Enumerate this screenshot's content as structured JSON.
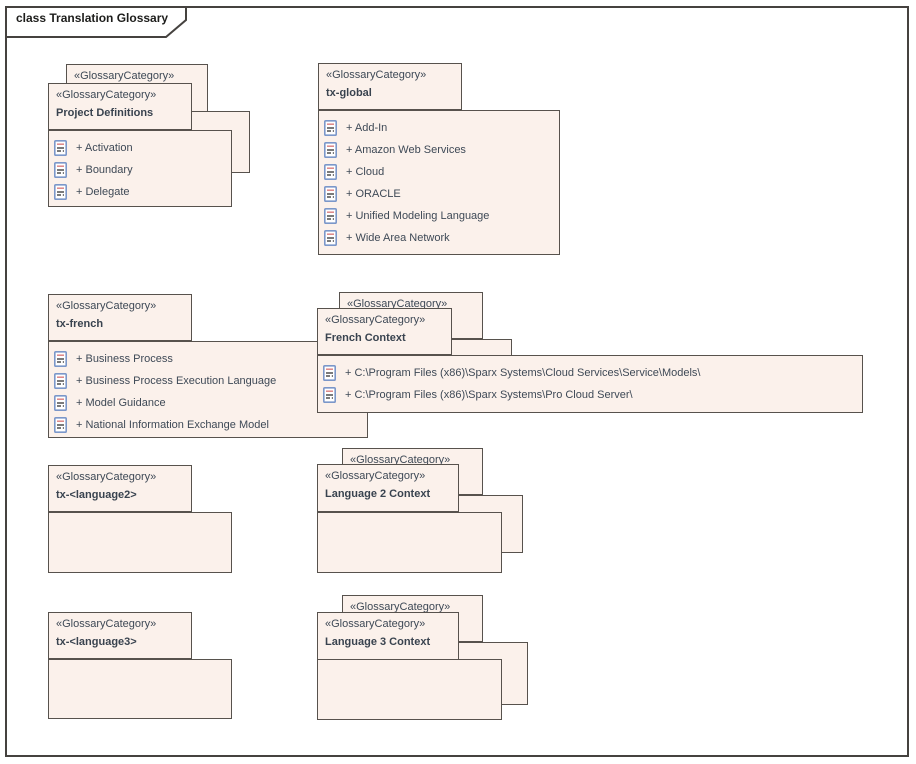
{
  "frame": {
    "title": "class Translation Glossary"
  },
  "stereotype": "«GlossaryCategory»",
  "packages": [
    {
      "name": "Project Definitions",
      "items": [
        "+ Activation",
        "+ Boundary",
        "+ Delegate"
      ]
    },
    {
      "name": "tx-global",
      "items": [
        "+ Add-In",
        "+ Amazon Web Services",
        "+ Cloud",
        "+ ORACLE",
        "+ Unified Modeling Language",
        "+ Wide Area Network"
      ]
    },
    {
      "name": "tx-french",
      "items": [
        "+ Business Process",
        "+ Business Process Execution Language",
        "+ Model Guidance",
        "+ National Information Exchange Model"
      ]
    },
    {
      "name": "French Context",
      "items": [
        "+ C:\\Program Files (x86)\\Sparx Systems\\Cloud Services\\Service\\Models\\",
        "+ C:\\Program Files (x86)\\Sparx Systems\\Pro Cloud Server\\"
      ]
    },
    {
      "name": "tx-<language2>",
      "items": []
    },
    {
      "name": "Language 2 Context",
      "items": []
    },
    {
      "name": "tx-<language3>",
      "items": []
    },
    {
      "name": "Language 3 Context",
      "items": []
    }
  ],
  "colors": {
    "package_fill": "#fbf1eb",
    "package_border": "#57524d",
    "frame_border": "#45423f",
    "text": "#3e4956",
    "icon_blue": "#7b97c9",
    "icon_red": "#dc8484"
  }
}
